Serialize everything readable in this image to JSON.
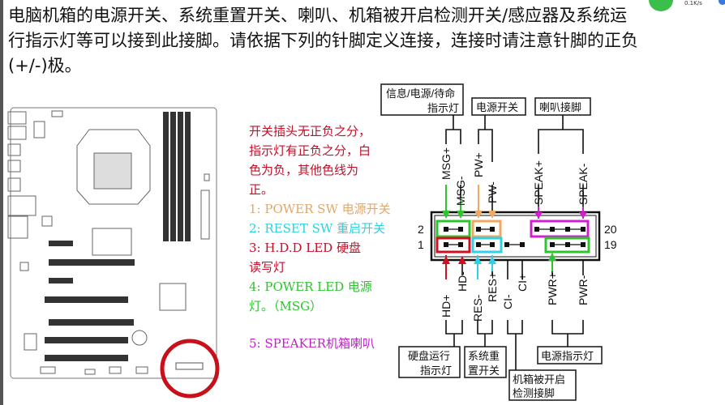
{
  "paragraph": {
    "lines": [
      "电脑机箱的电源开关、系统重置开关、喇叭、机箱被开启检测开关/感应器及系统运",
      "行指示灯等可以接到此接脚。请依据下列的针脚定义连接，连接时请注意针脚的正负",
      "(+/-)极。"
    ]
  },
  "widget": {
    "speed": "0.1K/s"
  },
  "note": {
    "intro": [
      "开关插头无正负之分，",
      "指示灯有正负之分，白",
      "色为负，其他色线为",
      "正。"
    ],
    "items": [
      {
        "text": "1: POWER SW 电源开关",
        "color": "#e0a86a"
      },
      {
        "text": "2: RESET SW 重启开关",
        "color": "#2fd0e0"
      },
      {
        "text": "3: H.D.D  LED  硬盘",
        "text2": "读写灯",
        "color": "#c0102a"
      },
      {
        "text": "4: POWER  LED  电源",
        "text2": "灯。（MSG）",
        "color": "#2ec42e"
      },
      {
        "text": "5: SPEAKER机箱喇叭",
        "color": "#c020c8"
      }
    ]
  },
  "diagram": {
    "row_labels": {
      "r2": "2",
      "r1": "1",
      "r20": "20",
      "r19": "19"
    },
    "top_boxes": {
      "msg": [
        "信息/电源/待命",
        "指示灯"
      ],
      "pw": "电源开关",
      "speak": "喇叭接脚"
    },
    "top_pins": {
      "msg_p": "MSG+",
      "msg_n": "MSG-",
      "pw_p": "PW+",
      "pw_n": "PW-",
      "speak_p": "SPEAK+",
      "speak_n": "SPEAK-"
    },
    "bottom_pins": {
      "hd_p": "HD+",
      "hd_n": "HD-",
      "res_n": "RES-",
      "res_p": "RES+",
      "ci_n": "CI-",
      "ci_p": "CI+",
      "pwr_p": "PWR+",
      "pwr_n": "PWR-"
    },
    "bottom_boxes": {
      "hd": [
        "硬盘运行",
        "指示灯"
      ],
      "res": [
        "系统重",
        "置开关"
      ],
      "ci": [
        "机箱被开启",
        "检测接脚"
      ],
      "pwr": "电源指示灯"
    },
    "colors": {
      "msg": "#2ec42e",
      "pw": "#f0a860",
      "speak": "#d020d0",
      "hd": "#d01020",
      "res": "#30d0e8",
      "pwr": "#2ec42e"
    }
  }
}
